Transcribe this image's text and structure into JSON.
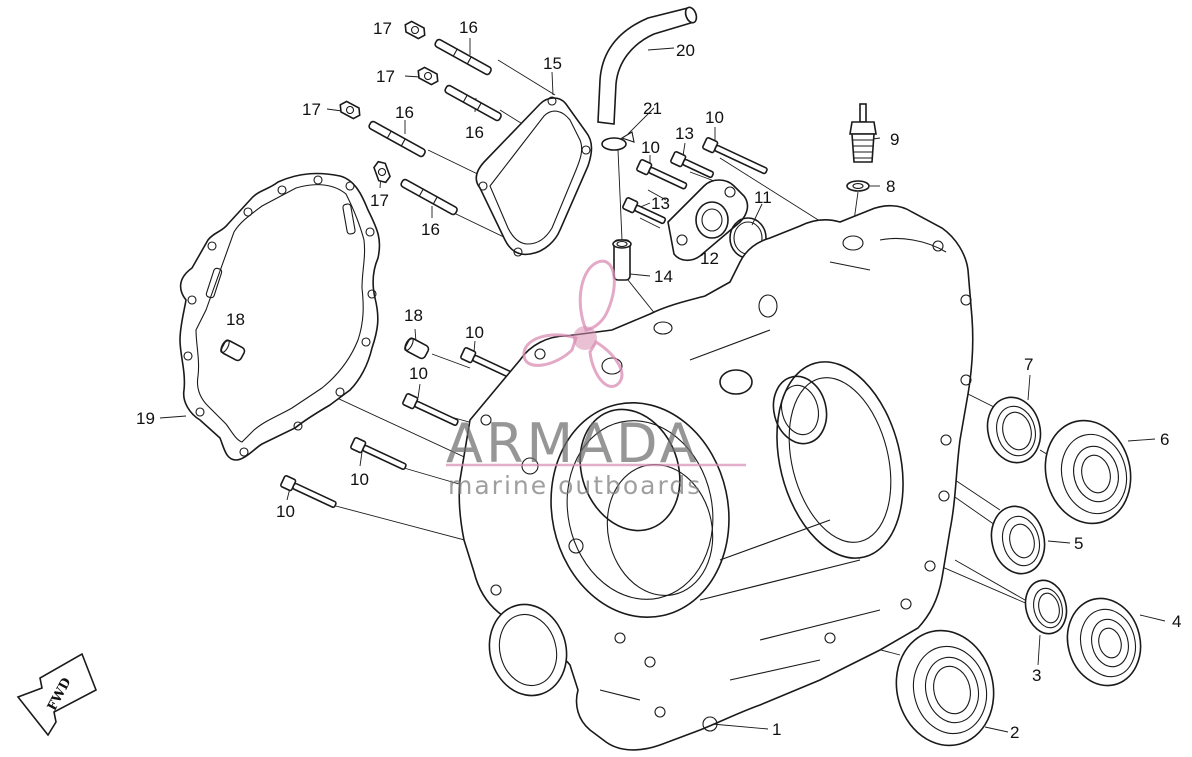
{
  "diagram": {
    "callouts": [
      {
        "id": "p1",
        "label": "1"
      },
      {
        "id": "p2",
        "label": "2"
      },
      {
        "id": "p3",
        "label": "3"
      },
      {
        "id": "p4",
        "label": "4"
      },
      {
        "id": "p5",
        "label": "5"
      },
      {
        "id": "p6",
        "label": "6"
      },
      {
        "id": "p7",
        "label": "7"
      },
      {
        "id": "p8",
        "label": "8"
      },
      {
        "id": "p9",
        "label": "9"
      },
      {
        "id": "p10a",
        "label": "10"
      },
      {
        "id": "p10b",
        "label": "10"
      },
      {
        "id": "p10c",
        "label": "10"
      },
      {
        "id": "p10d",
        "label": "10"
      },
      {
        "id": "p10e",
        "label": "10"
      },
      {
        "id": "p10f",
        "label": "10"
      },
      {
        "id": "p10g",
        "label": "10"
      },
      {
        "id": "p11",
        "label": "11"
      },
      {
        "id": "p12",
        "label": "12"
      },
      {
        "id": "p13a",
        "label": "13"
      },
      {
        "id": "p13b",
        "label": "13"
      },
      {
        "id": "p14",
        "label": "14"
      },
      {
        "id": "p15",
        "label": "15"
      },
      {
        "id": "p16a",
        "label": "16"
      },
      {
        "id": "p16b",
        "label": "16"
      },
      {
        "id": "p16c",
        "label": "16"
      },
      {
        "id": "p16d",
        "label": "16"
      },
      {
        "id": "p17a",
        "label": "17"
      },
      {
        "id": "p17b",
        "label": "17"
      },
      {
        "id": "p17c",
        "label": "17"
      },
      {
        "id": "p17d",
        "label": "17"
      },
      {
        "id": "p18a",
        "label": "18"
      },
      {
        "id": "p18b",
        "label": "18"
      },
      {
        "id": "p19",
        "label": "19"
      },
      {
        "id": "p20",
        "label": "20"
      },
      {
        "id": "p21",
        "label": "21"
      }
    ],
    "direction_marker": "FWD"
  },
  "watermark": {
    "brand": "ARMADA",
    "tagline": "marine outboards",
    "accent_color": "#d98cb3",
    "text_color": "#6e6e6e"
  }
}
